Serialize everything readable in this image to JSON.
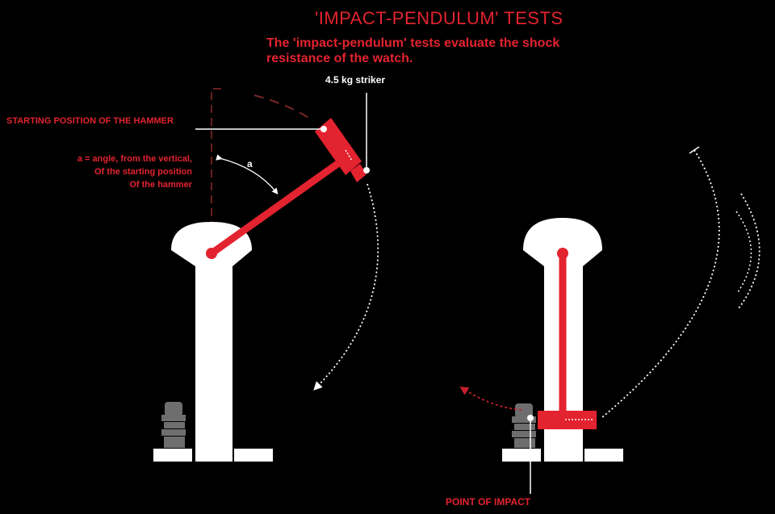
{
  "title": "'IMPACT-PENDULUM' TESTS",
  "subtitle_lines": [
    "The 'impact-pendulum' tests evaluate the shock",
    "resistance of the watch."
  ],
  "labels": {
    "striker": "4.5 kg striker",
    "starting_position": "STARTING POSITION OF THE HAMMER",
    "angle_definition": [
      "a = angle, from the vertical,",
      "Of the starting position",
      "Of the hammer"
    ],
    "angle_letter": "a",
    "point_of_impact": "POINT OF IMPACT"
  },
  "colors": {
    "background": "#000000",
    "accent_red": "#e3232f",
    "white": "#ffffff",
    "watch_gray": "#6e6e6e"
  }
}
